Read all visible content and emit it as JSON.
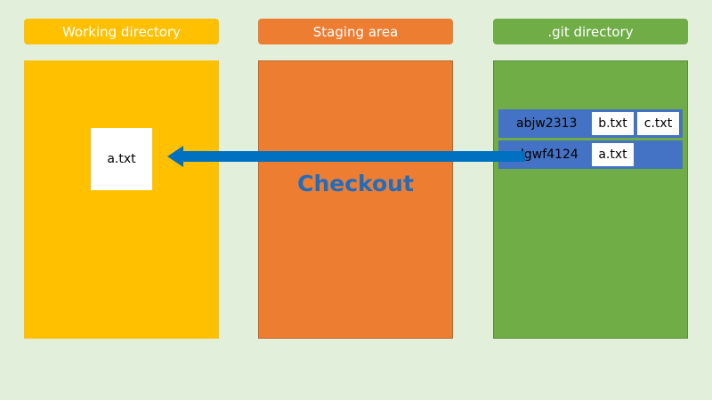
{
  "columns": [
    {
      "title": "Working directory",
      "color": "#ffc000"
    },
    {
      "title": "Staging area",
      "color": "#ed7d31"
    },
    {
      "title": ".git directory",
      "color": "#70ad47"
    }
  ],
  "working_directory": {
    "file": "a.txt"
  },
  "git_directory": {
    "commits": [
      {
        "hash": "abjw2313",
        "files": [
          "b.txt",
          "c.txt"
        ]
      },
      {
        "hash": "dgwf4124",
        "files": [
          "a.txt"
        ]
      }
    ]
  },
  "action": {
    "label": "Checkout",
    "color": "#1f6dbf",
    "arrow_color": "#0070c0"
  }
}
